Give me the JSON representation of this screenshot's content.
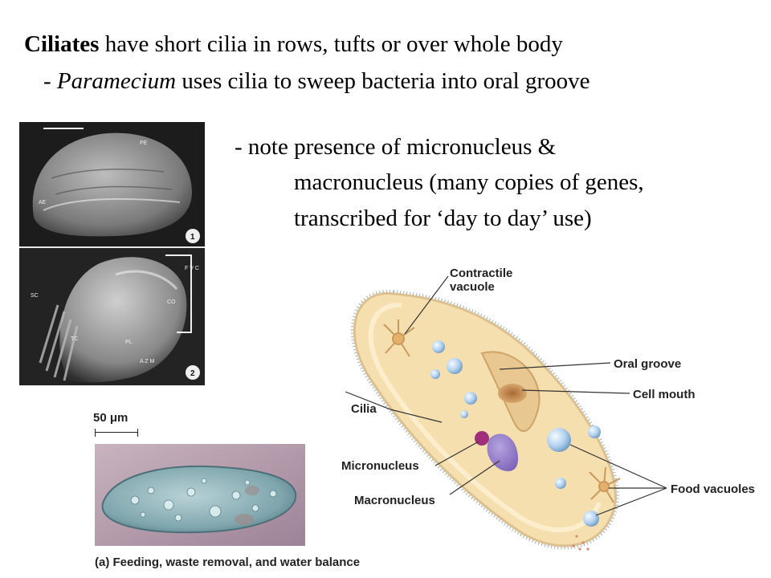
{
  "text": {
    "line1_bold": "Ciliates",
    "line1_rest": " have short cilia in rows, tufts or over whole body",
    "line2_prefix": "- ",
    "line2_italic": "Paramecium",
    "line2_rest": " uses cilia to sweep bacteria into oral groove",
    "line3": "- note presence of micronucleus &",
    "line4": "macronucleus (many copies of genes,",
    "line5": "transcribed for ‘day to day’ use)"
  },
  "sem_labels": {
    "pe": "PE",
    "ae": "AE",
    "num1": "1",
    "sc": "SC",
    "fvc": "F V C",
    "co": "CO",
    "tc": "TC",
    "pl": "PL",
    "azm": "A Z M",
    "num2": "2"
  },
  "micrograph": {
    "scale_label": "50 μm",
    "caption": "(a) Feeding, waste removal, and water balance"
  },
  "diagram_labels": {
    "contractile_vacuole": [
      "Contractile",
      "vacuole"
    ],
    "oral_groove": "Oral groove",
    "cell_mouth": "Cell mouth",
    "cilia": "Cilia",
    "micronucleus": "Micronucleus",
    "macronucleus": "Macronucleus",
    "food_vacuoles": "Food vacuoles"
  },
  "colors": {
    "cell_fill": "#f6dfae",
    "cell_edge": "#dcc090",
    "nucleus": "#8a6fbf",
    "micronucleus": "#a02f7a",
    "vacuole": "#9fc3e6",
    "mouth": "#c98b4a"
  }
}
